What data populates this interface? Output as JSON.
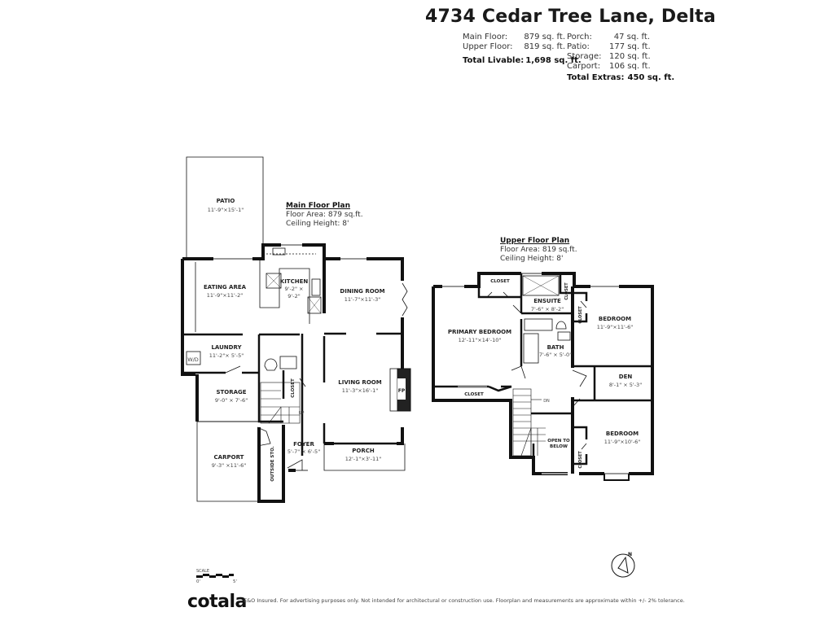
{
  "header": {
    "title": "4734 Cedar Tree Lane, Delta",
    "livable": [
      {
        "label": "Main Floor:",
        "value": "879 sq. ft."
      },
      {
        "label": "Upper Floor:",
        "value": "819 sq. ft."
      }
    ],
    "total_livable": {
      "label": "Total Livable:",
      "value": "1,698 sq. ft."
    },
    "extras": [
      {
        "label": "Porch:",
        "value": "47 sq. ft."
      },
      {
        "label": "Patio:",
        "value": "177 sq. ft."
      },
      {
        "label": "Storage:",
        "value": "120 sq. ft."
      },
      {
        "label": "Carport:",
        "value": "106 sq. ft."
      }
    ],
    "total_extras": {
      "label": "Total Extras:",
      "value": "450 sq. ft."
    }
  },
  "main_floor": {
    "heading": "Main Floor Plan",
    "floor_area": "Floor Area: 879 sq.ft.",
    "ceiling": "Ceiling Height: 8'",
    "rooms": {
      "patio": {
        "name": "PATIO",
        "dims": "11'-9\"×15'-1\""
      },
      "eating": {
        "name": "EATING AREA",
        "dims": "11'-9\"×11'-2\""
      },
      "kitchen": {
        "name": "KITCHEN",
        "dims1": "9'-2\" ×",
        "dims2": "9'-2\""
      },
      "dining": {
        "name": "DINING ROOM",
        "dims": "11'-7\"×11'-3\""
      },
      "laundry": {
        "name": "LAUNDRY",
        "dims": "11'-2\"× 5'-5\""
      },
      "wd": {
        "name": "W/D"
      },
      "storage": {
        "name": "STORAGE",
        "dims": "9'-0\" × 7'-6\""
      },
      "closet": {
        "name": "CLOSET"
      },
      "living": {
        "name": "LIVING ROOM",
        "dims": "11'-3\"×16'-1\""
      },
      "fp": {
        "name": "FP"
      },
      "up": {
        "name": "UP"
      },
      "carport": {
        "name": "CARPORT",
        "dims": "9'-3\" ×11'-6\""
      },
      "outside_sto": {
        "name": "OUTSIDE STO."
      },
      "foyer": {
        "name": "FOYER",
        "dims": "5'-7\" × 6'-5\""
      },
      "porch": {
        "name": "PORCH",
        "dims": "12'-1\"×3'-11\""
      }
    }
  },
  "upper_floor": {
    "heading": "Upper Floor Plan",
    "floor_area": "Floor Area: 819 sq.ft.",
    "ceiling": "Ceiling Height: 8'",
    "rooms": {
      "closet_top": {
        "name": "CLOSET"
      },
      "closet_ensuite": {
        "name": "CLOSET"
      },
      "ensuite": {
        "name": "ENSUITE",
        "dims": "7'-6\" × 8'-2\""
      },
      "closet_bed1": {
        "name": "CLOSET"
      },
      "bedroom1": {
        "name": "BEDROOM",
        "dims": "11'-9\"×11'-6\""
      },
      "primary": {
        "name": "PRIMARY BEDROOM",
        "dims": "12'-11\"×14'-10\""
      },
      "bath": {
        "name": "BATH",
        "dims": "7'-6\" × 5'-0\""
      },
      "den": {
        "name": "DEN",
        "dims": "8'-1\" × 5'-3\""
      },
      "closet_primary": {
        "name": "CLOSET"
      },
      "dn": {
        "name": "DN"
      },
      "open_below": {
        "name1": "OPEN TO",
        "name2": "BELOW"
      },
      "closet_bed2": {
        "name": "CLOSET"
      },
      "bedroom2": {
        "name": "BEDROOM",
        "dims": "11'-9\"×10'-6\""
      }
    }
  },
  "footer": {
    "scale_label": "SCALE",
    "scale_start": "0'",
    "scale_end": "5'",
    "north_label": "N",
    "brand": "cotala",
    "disclaimer": "E&O Insured. For advertising purposes only. Not intended for architectural or construction use. Floorplan and measurements are approximate within +/- 2% tolerance."
  }
}
